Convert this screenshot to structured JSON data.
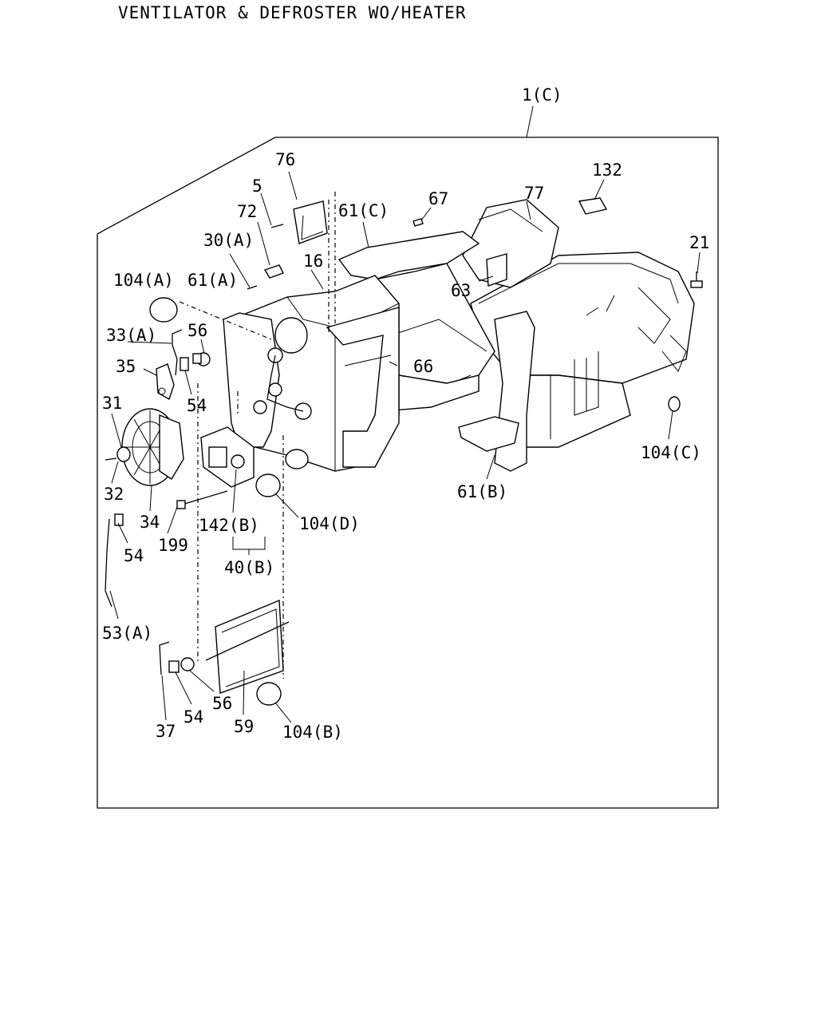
{
  "title": "VENTILATOR & DEFROSTER WO/HEATER",
  "callouts": [
    {
      "id": "c-1C",
      "label": "1(C)"
    },
    {
      "id": "c-76",
      "label": "76"
    },
    {
      "id": "c-5",
      "label": "5"
    },
    {
      "id": "c-72",
      "label": "72"
    },
    {
      "id": "c-61C",
      "label": "61(C)"
    },
    {
      "id": "c-67",
      "label": "67"
    },
    {
      "id": "c-77",
      "label": "77"
    },
    {
      "id": "c-132",
      "label": "132"
    },
    {
      "id": "c-21",
      "label": "21"
    },
    {
      "id": "c-30A",
      "label": "30(A)"
    },
    {
      "id": "c-16",
      "label": "16"
    },
    {
      "id": "c-104A",
      "label": "104(A)"
    },
    {
      "id": "c-61A",
      "label": "61(A)"
    },
    {
      "id": "c-63",
      "label": "63"
    },
    {
      "id": "c-33A",
      "label": "33(A)"
    },
    {
      "id": "c-56a",
      "label": "56"
    },
    {
      "id": "c-35",
      "label": "35"
    },
    {
      "id": "c-66",
      "label": "66"
    },
    {
      "id": "c-54a",
      "label": "54"
    },
    {
      "id": "c-31",
      "label": "31"
    },
    {
      "id": "c-104C",
      "label": "104(C)"
    },
    {
      "id": "c-32",
      "label": "32"
    },
    {
      "id": "c-61B",
      "label": "61(B)"
    },
    {
      "id": "c-34",
      "label": "34"
    },
    {
      "id": "c-142B",
      "label": "142(B)"
    },
    {
      "id": "c-104D",
      "label": "104(D)"
    },
    {
      "id": "c-54b",
      "label": "54"
    },
    {
      "id": "c-199",
      "label": "199"
    },
    {
      "id": "c-40B",
      "label": "40(B)"
    },
    {
      "id": "c-53A",
      "label": "53(A)"
    },
    {
      "id": "c-56b",
      "label": "56"
    },
    {
      "id": "c-54c",
      "label": "54"
    },
    {
      "id": "c-37",
      "label": "37"
    },
    {
      "id": "c-59",
      "label": "59"
    },
    {
      "id": "c-104B",
      "label": "104(B)"
    }
  ]
}
